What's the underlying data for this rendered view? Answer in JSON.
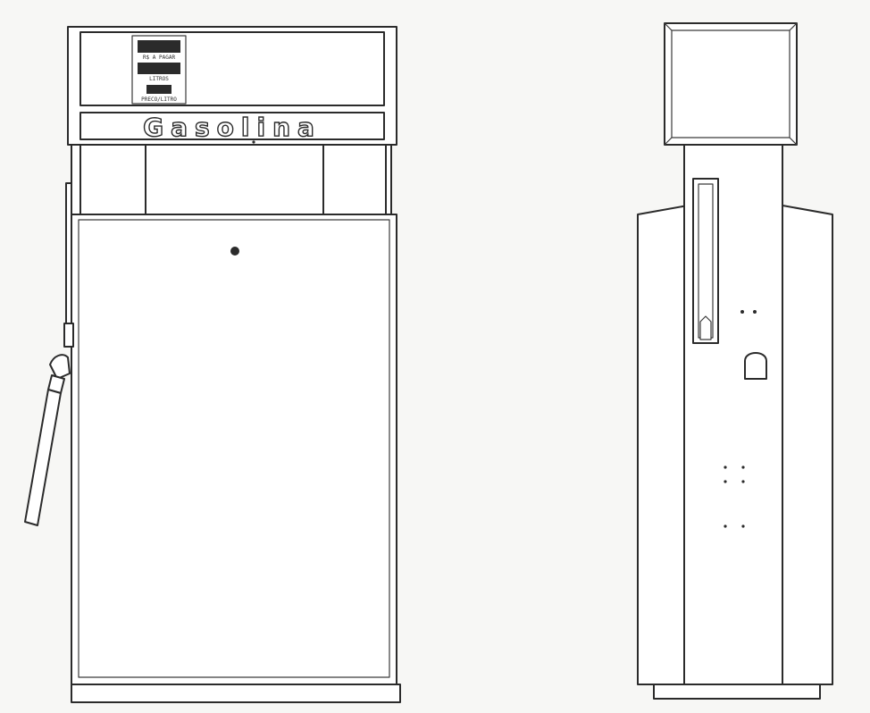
{
  "front_view": {
    "brand_text": "Gasolina",
    "display_labels": {
      "amount": "R$ A PAGAR",
      "liters": "LITROS",
      "price": "PRECO/LITRO"
    }
  }
}
